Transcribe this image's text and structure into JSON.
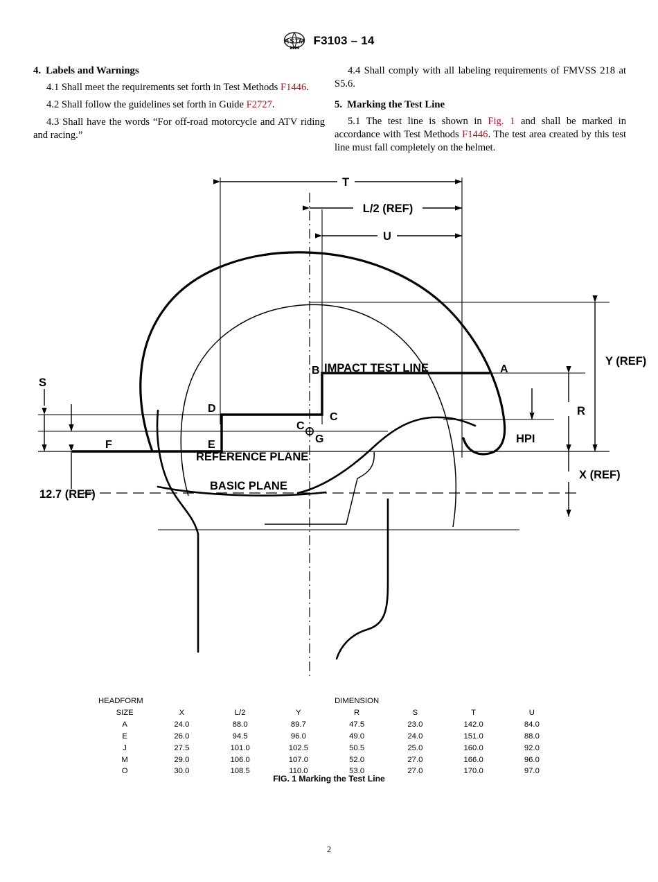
{
  "header": {
    "logo_icon": "astm-logo-icon",
    "designation": "F3103 – 14"
  },
  "left_column": {
    "section4_number": "4.",
    "section4_title": "Labels and Warnings",
    "p41_a": "4.1  Shall meet the requirements set forth in Test Methods ",
    "p41_ref": "F1446",
    "p41_b": ".",
    "p42_a": "4.2  Shall follow the guidelines set forth in Guide ",
    "p42_ref": "F2727",
    "p42_b": ".",
    "p43": "4.3  Shall have the words “For off-road motorcycle and ATV riding and racing.”"
  },
  "right_column": {
    "p44": "4.4  Shall comply with all labeling requirements of FMVSS 218 at S5.6.",
    "section5_number": "5.",
    "section5_title": "Marking the Test Line",
    "p51_a": "5.1  The test line is shown in ",
    "p51_ref1": "Fig. 1",
    "p51_b": " and shall be marked in accordance with Test Methods ",
    "p51_ref2": "F1446",
    "p51_c": ". The test area created by this test line must fall completely on the helmet."
  },
  "figure": {
    "dimensions": {
      "T": "T",
      "L2": "L/2 (REF)",
      "U": "U",
      "Y": "Y (REF)",
      "R": "R",
      "HPI": "HPI",
      "X": "X (REF)",
      "S": "S",
      "ref127": "12.7 (REF)"
    },
    "labels": {
      "impact_test_line": "IMPACT TEST LINE",
      "reference_plane": "REFERENCE PLANE",
      "basic_plane": "BASIC PLANE"
    },
    "points": {
      "A": "A",
      "B": "B",
      "C": "C",
      "C2": "C",
      "D": "D",
      "E": "E",
      "F": "F",
      "G": "G"
    },
    "caption": "FIG. 1 Marking the Test Line"
  },
  "chart_data": {
    "type": "table",
    "title": "FIG. 1 Marking the Test Line",
    "group_header": "DIMENSION",
    "row_header_line1": "HEADFORM",
    "row_header_line2": "SIZE",
    "columns": [
      "X",
      "L/2",
      "Y",
      "R",
      "S",
      "T",
      "U"
    ],
    "rows": [
      {
        "size": "A",
        "values": [
          "24.0",
          "88.0",
          "89.7",
          "47.5",
          "23.0",
          "142.0",
          "84.0"
        ]
      },
      {
        "size": "E",
        "values": [
          "26.0",
          "94.5",
          "96.0",
          "49.0",
          "24.0",
          "151.0",
          "88.0"
        ]
      },
      {
        "size": "J",
        "values": [
          "27.5",
          "101.0",
          "102.5",
          "50.5",
          "25.0",
          "160.0",
          "92.0"
        ]
      },
      {
        "size": "M",
        "values": [
          "29.0",
          "106.0",
          "107.0",
          "52.0",
          "27.0",
          "166.0",
          "96.0"
        ]
      },
      {
        "size": "O",
        "values": [
          "30.0",
          "108.5",
          "110.0",
          "53.0",
          "27.0",
          "170.0",
          "97.0"
        ]
      }
    ]
  },
  "footer": {
    "page_number": "2"
  }
}
